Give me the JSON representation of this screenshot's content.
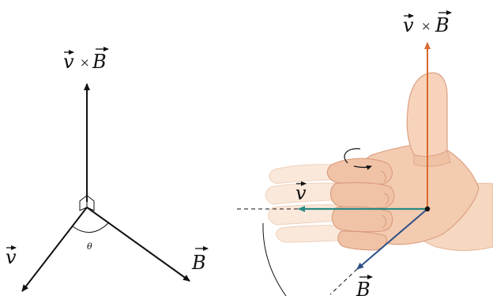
{
  "diagram": {
    "left": {
      "top_label": {
        "v": "v",
        "times": "×",
        "b": "B"
      },
      "v_label": "v",
      "b_label": "B",
      "angle_label": "θ"
    },
    "right": {
      "top_label": {
        "v": "v",
        "times": "×",
        "b": "B"
      },
      "v_label": "v",
      "b_label": "B"
    },
    "colors": {
      "cross_product_arrow": "#d9692d",
      "velocity_arrow": "#2a8a83",
      "field_arrow": "#2c4f86",
      "black": "#111111",
      "skin_light": "#f9e2cf",
      "skin_mid": "#f3cbb0",
      "skin_shadow": "#e9b693",
      "skin_line": "#dca083"
    }
  }
}
